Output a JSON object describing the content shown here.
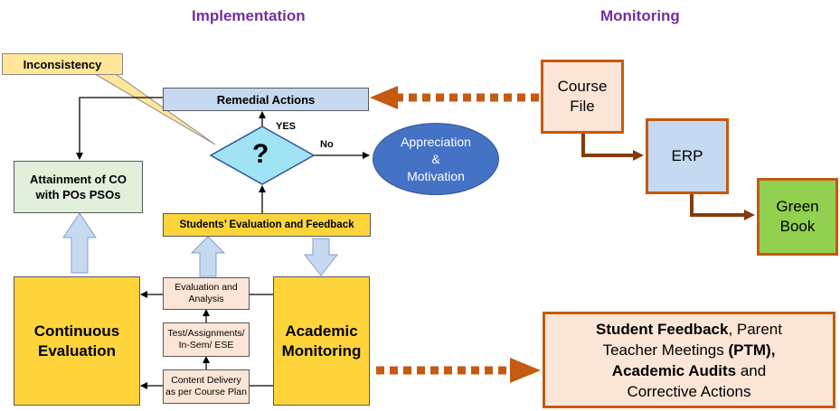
{
  "headers": {
    "implementation": "Implementation",
    "monitoring": "Monitoring"
  },
  "nodes": {
    "inconsistency": "Inconsistency",
    "remedial": "Remedial Actions",
    "yes": "YES",
    "no": "No",
    "question": "?",
    "appreciation": [
      "Appreciation",
      "&",
      "Motivation"
    ],
    "attainment": [
      "Attainment of CO",
      "with POs PSOs"
    ],
    "students_eval": "Students’ Evaluation and Feedback",
    "continuous": [
      "Continuous",
      "Evaluation"
    ],
    "academic": [
      "Academic",
      "Monitoring"
    ],
    "eval_analysis": [
      "Evaluation and",
      "Analysis"
    ],
    "test_assign": [
      "Test/Assignments/",
      "In-Sem/ ESE"
    ],
    "content_delivery": [
      "Content Delivery",
      "as per Course Plan"
    ],
    "course_file": [
      "Course",
      "File"
    ],
    "erp": "ERP",
    "green_book": [
      "Green",
      "Book"
    ],
    "feedback": {
      "line1_bold": "Student Feedback",
      "line1_rest": ", Parent",
      "line2_plain": "Teacher Meetings ",
      "line2_bold": "(PTM),",
      "line3_bold": "Academic Audits",
      "line3_rest": " and",
      "line4": "Corrective Actions"
    }
  },
  "colors": {
    "header": "#7030a0",
    "yellow": "#ffd43b",
    "light_blue": "#c5d9f1",
    "peach": "#fbe5d6",
    "orange": "#c55a11",
    "green": "#92d050",
    "green_fill": "#e2efda",
    "blue_ellipse": "#4472c4",
    "cyan": "#9fe3f5",
    "callout": "#ffe699"
  }
}
